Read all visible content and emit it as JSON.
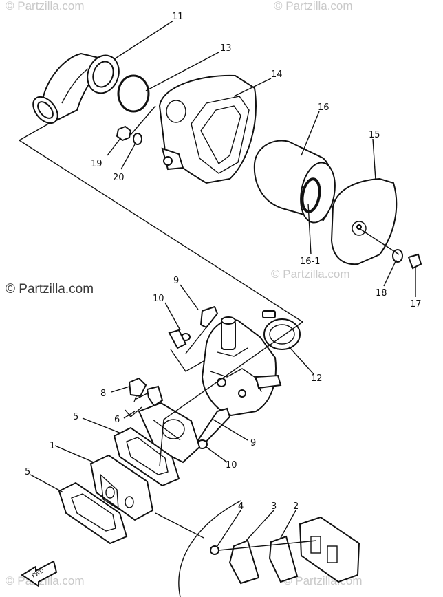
{
  "watermarks": {
    "main": "© Partzilla.com",
    "faint": "© Partzilla.com"
  },
  "callouts": {
    "c11": "11",
    "c13": "13",
    "c14": "14",
    "c16": "16",
    "c15": "15",
    "c19": "19",
    "c20": "20",
    "c16_1": "16-1",
    "c18": "18",
    "c17": "17",
    "c9a": "9",
    "c10a": "10",
    "c12": "12",
    "c8": "8",
    "c7": "7",
    "c6": "6",
    "c5a": "5",
    "c9b": "9",
    "c1": "1",
    "c10b": "10",
    "c5b": "5",
    "c4": "4",
    "c3": "3",
    "c2": "2",
    "fwd": "FWD"
  }
}
